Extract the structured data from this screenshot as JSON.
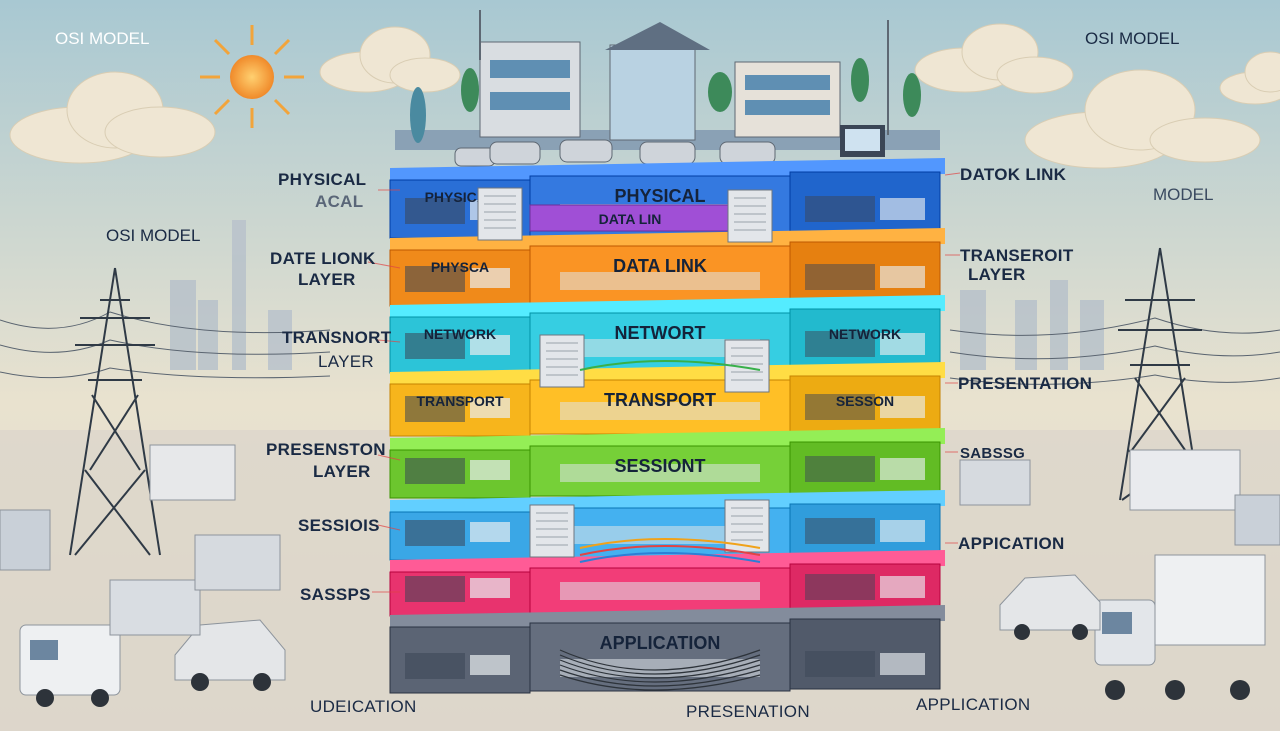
{
  "titles": {
    "top_left": "OSI MODEL",
    "top_right": "OSI MODEL",
    "left_mid": "OSI MODEL",
    "right_mid": "MODEL"
  },
  "stack_layers": [
    {
      "left": "PHYSICAL",
      "center": "PHYSICAL",
      "right": "",
      "color": "#2a6fd6"
    },
    {
      "left": "PHYSCA",
      "center": "DATA LINK",
      "right": "",
      "color": "#f08a1a"
    },
    {
      "left": "NETWORK",
      "center": "NETWORT",
      "right": "NETWORK",
      "color": "#2cc4d8"
    },
    {
      "left": "TRANSPORT",
      "center": "TRANSPORT",
      "right": "SESSON",
      "color": "#f7b51c"
    },
    {
      "left": "",
      "center": "SESSIONT",
      "right": "",
      "color": "#6cc62e"
    },
    {
      "left": "",
      "center": "",
      "right": "",
      "color": "#3aa7e6"
    },
    {
      "left": "",
      "center": "",
      "right": "",
      "color": "#e8336e"
    },
    {
      "left": "",
      "center": "APPLICATION",
      "right": "",
      "color": "#5b6474"
    }
  ],
  "inner_band_label": "DATA LIN",
  "left_callouts": [
    {
      "line1": "PHYSICAL",
      "line2": "ACAL"
    },
    {
      "line1": "DATE LIONK",
      "line2": "LAYER"
    },
    {
      "line1": "TRANSNORT",
      "line2": "LAYER"
    },
    {
      "line1": "PRESENSTON",
      "line2": "LAYER"
    },
    {
      "line1": "SESSIOIS",
      "line2": ""
    },
    {
      "line1": "SASSPS",
      "line2": ""
    }
  ],
  "right_callouts": [
    {
      "line1": "DATOK LINK",
      "line2": ""
    },
    {
      "line1": "TRANSEROIT",
      "line2": "LAYER"
    },
    {
      "line1": "PRESENTATION",
      "line2": ""
    },
    {
      "line1": "SABSSG",
      "line2": ""
    },
    {
      "line1": "APPICATION",
      "line2": ""
    }
  ],
  "bottom_labels": {
    "left": "UDEICATION",
    "center": "PRESENATION",
    "right": "APPLICATION"
  },
  "colors": {
    "sky_top": "#a9c9d3",
    "sky_bottom": "#ece3cf",
    "ground": "#ddd7cc",
    "sun": "#f7a23a"
  }
}
